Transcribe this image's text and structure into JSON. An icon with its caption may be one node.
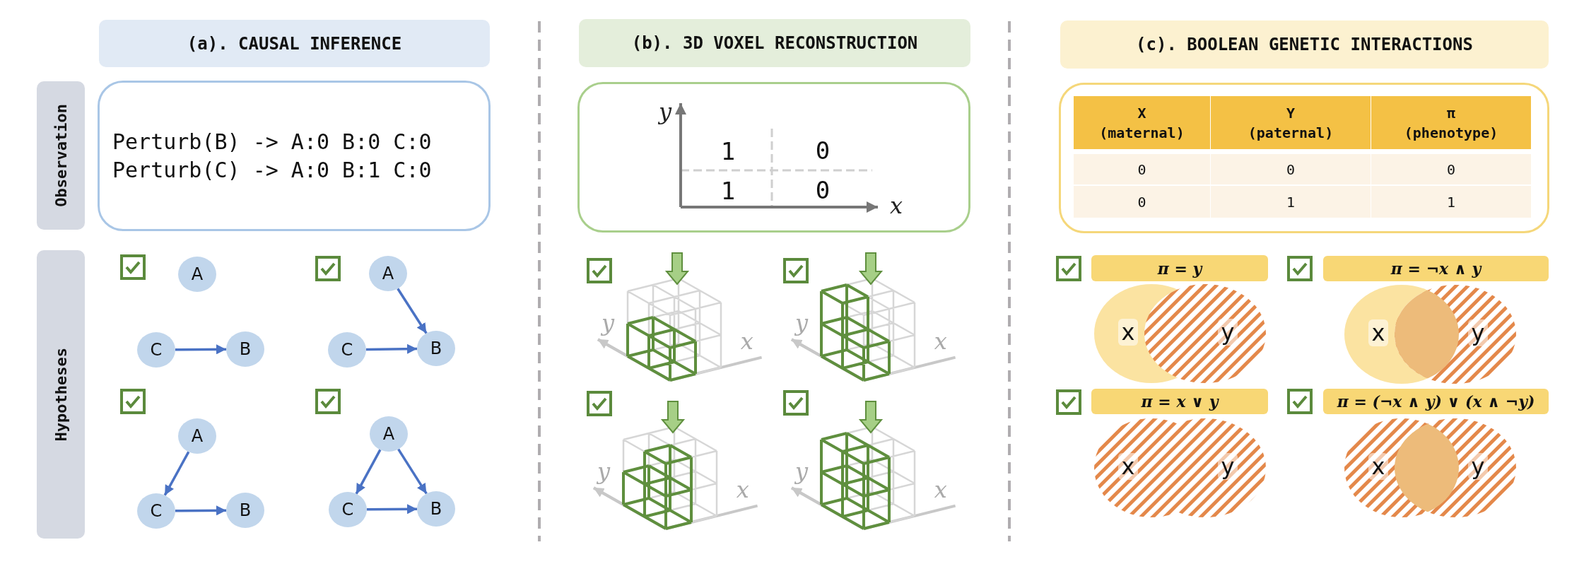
{
  "diagram": {
    "nodes": [
      {
        "text": [
          "(a). CAUSAL INFERENCE"
        ]
      },
      {
        "text": [
          "(b). 3D VOXEL RECONSTRUCTION"
        ]
      },
      {
        "text": [
          "(c). BOOLEAN GENETIC INTERACTIONS"
        ]
      },
      {
        "text": [
          "Observation"
        ]
      },
      {
        "text": [
          "Perturb(B) -> A:0 B:0 C:0",
          "Perturb(C) -> A:0 B:1 C:0"
        ]
      },
      {
        "text": [
          "y",
          "1",
          "0",
          "1",
          "0",
          "x"
        ]
      },
      {
        "text": [],
        "shape": "box"
      },
      {
        "text": [
          "Hypotheses"
        ]
      },
      {
        "text": [
          "A"
        ]
      },
      {
        "text": [
          "C"
        ]
      },
      {
        "text": [
          "B"
        ]
      },
      {
        "text": [
          "A"
        ]
      },
      {
        "text": [
          "C"
        ]
      },
      {
        "text": [
          "B"
        ]
      },
      {
        "text": [
          "A"
        ]
      },
      {
        "text": [
          "C"
        ]
      },
      {
        "text": [
          "B"
        ]
      },
      {
        "text": [
          "A"
        ]
      },
      {
        "text": [
          "C"
        ]
      },
      {
        "text": [
          "B"
        ]
      },
      {
        "text": [
          "π = y"
        ]
      },
      {
        "text": [
          "π = ¬x ∧ y"
        ]
      },
      {
        "text": [
          "π = x ∨ y"
        ]
      },
      {
        "text": [
          "π = (¬x ∧ y) ∨ (x ∧ ¬y)"
        ]
      }
    ],
    "edges": [
      {
        "from": 9,
        "to": 10,
        "arrow": "to"
      },
      {
        "from": 11,
        "to": 13,
        "arrow": "to"
      },
      {
        "from": 12,
        "to": 13,
        "arrow": "to"
      },
      {
        "from": 14,
        "to": 15,
        "arrow": "to"
      },
      {
        "from": 15,
        "to": 16,
        "arrow": "to"
      },
      {
        "from": 17,
        "to": 18,
        "arrow": "to"
      },
      {
        "from": 17,
        "to": 19,
        "arrow": "to"
      },
      {
        "from": 18,
        "to": 19,
        "arrow": "to"
      }
    ],
    "labels": [
      "y",
      "x",
      "y",
      "x",
      "y",
      "x",
      "y",
      "x",
      "X (maternal)",
      "Y (paternal)",
      "π (phenotype)",
      "0",
      "0",
      "0",
      "0",
      "1",
      "1",
      "x",
      "y",
      "x",
      "y",
      "x",
      "y",
      "x",
      "y"
    ]
  }
}
